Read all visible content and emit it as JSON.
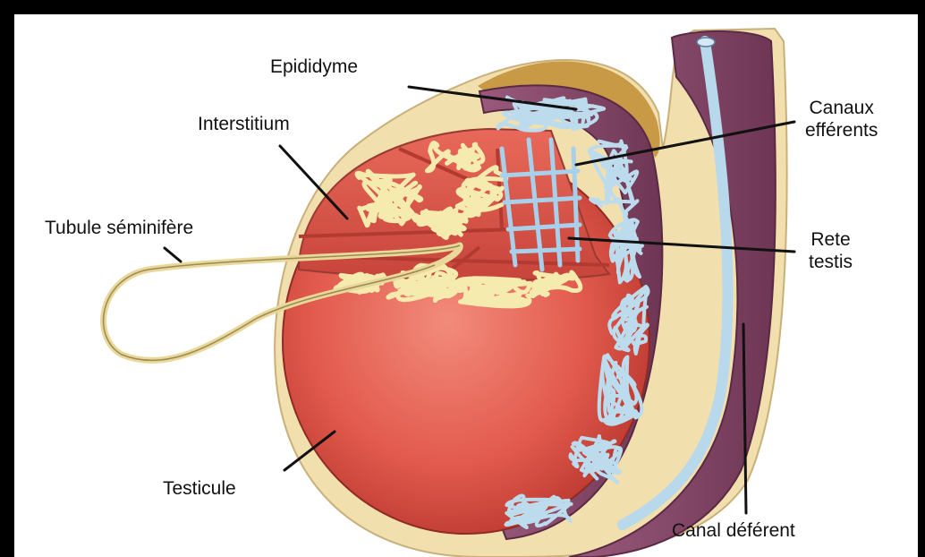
{
  "labels": {
    "epididyme": "Epididyme",
    "interstitium": "Interstitium",
    "canaux_line1": "Canaux",
    "canaux_line2": "efférents",
    "tubule": "Tubule séminifère",
    "rete_line1": "Rete",
    "rete_line2": "testis",
    "testicule": "Testicule",
    "canal_deferent": "Canal déférent"
  },
  "colors": {
    "frame": "#000000",
    "background": "#ffffff",
    "tunica": "#f2dfae",
    "testis": "#e2574c",
    "lobule_interior": "#f9efb4",
    "epididymis": "#8a4b6e",
    "duct_blue": "#b8d8ec",
    "cap_gold": "#c99a45"
  }
}
